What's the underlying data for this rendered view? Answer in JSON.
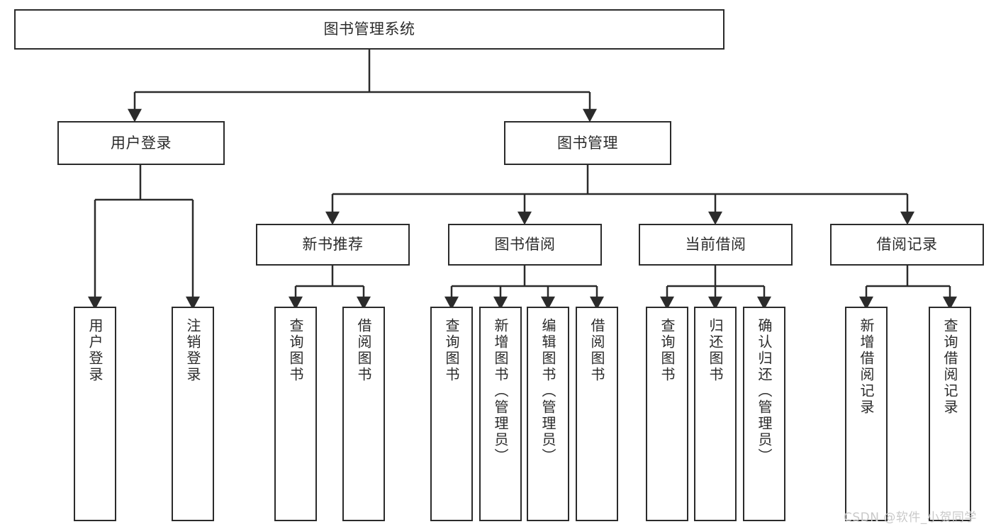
{
  "diagram": {
    "type": "hierarchy-tree",
    "title": "图书管理系统",
    "watermark": "CSDN @软件_小贺同学",
    "colors": {
      "stroke": "#2b2b2b",
      "fill": "#ffffff",
      "background": "#ffffff",
      "watermark": "#c9c9c9"
    },
    "root": {
      "label": "图书管理系统"
    },
    "level2": [
      {
        "label": "用户登录"
      },
      {
        "label": "图书管理"
      }
    ],
    "level3": [
      {
        "label": "新书推荐"
      },
      {
        "label": "图书借阅"
      },
      {
        "label": "当前借阅"
      },
      {
        "label": "借阅记录"
      }
    ],
    "leaves": {
      "user_login": [
        {
          "label": "用户登录"
        },
        {
          "label": "注销登录"
        }
      ],
      "new_book_recommend": [
        {
          "label": "查询图书"
        },
        {
          "label": "借阅图书"
        }
      ],
      "book_borrow": [
        {
          "label": "查询图书"
        },
        {
          "label": "新增图书（管理员）"
        },
        {
          "label": "编辑图书（管理员）"
        },
        {
          "label": "借阅图书"
        }
      ],
      "current_borrow": [
        {
          "label": "查询图书"
        },
        {
          "label": "归还图书"
        },
        {
          "label": "确认归还（管理员）"
        }
      ],
      "borrow_record": [
        {
          "label": "新增借阅记录"
        },
        {
          "label": "查询借阅记录"
        }
      ]
    }
  }
}
